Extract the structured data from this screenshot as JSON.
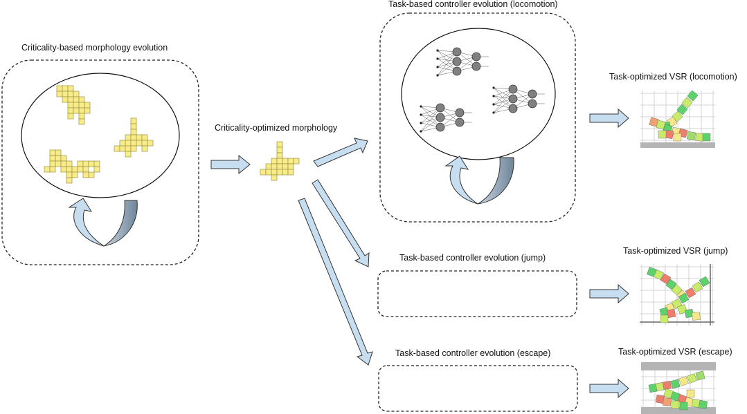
{
  "labels": {
    "morph_evolution": "Criticality-based morphology evolution",
    "optimized_morphology": "Criticality-optimized morphology",
    "ctrl_locomotion": "Task-based controller evolution (locomotion)",
    "ctrl_jump": "Task-based controller evolution (jump)",
    "ctrl_escape": "Task-based controller evolution (escape)",
    "vsr_locomotion": "Task-optimized VSR (locomotion)",
    "vsr_jump": "Task-optimized VSR (jump)",
    "vsr_escape": "Task-optimized VSR (escape)"
  },
  "colors": {
    "voxel_yellow": "#f8ec8a",
    "voxel_outline": "#9a9040",
    "arrow_fill": "#c7def0",
    "arrow_dark": "#8da3b8",
    "neuron": "#808080",
    "grid": "#c8c8c8",
    "ground": "#b4b4b4",
    "voxel_red": "#ee7d6c",
    "voxel_green": "#5ed26a",
    "voxel_lime": "#c8ec6a"
  },
  "icons": [
    "evolution-loop-arrow",
    "flow-arrow",
    "neural-network-icon",
    "voxel-morphology-icon"
  ]
}
